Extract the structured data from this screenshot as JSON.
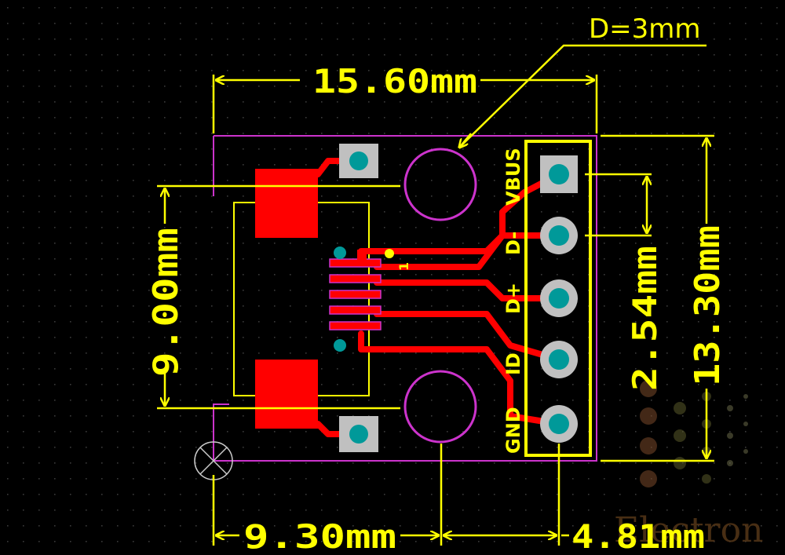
{
  "colors": {
    "background": "#000000",
    "grid_dot": "#3a3a3a",
    "dimension": "#ffff00",
    "copper": "#ff0000",
    "board_outline": "#cc33cc",
    "pad_gray": "#c0c0c0",
    "drill": "#009999",
    "silkscreen": "#ffff00",
    "watermark": "#5a3a1a"
  },
  "dimensions": {
    "hole_diameter": "D=3mm",
    "board_width": "15.60mm",
    "connector_width": "9.00mm",
    "pin_pitch": "2.54mm",
    "board_height": "13.30mm",
    "left_offset": "9.30mm",
    "right_offset": "4.81mm"
  },
  "silkscreen": {
    "pin1_marker": "1",
    "pin_labels": [
      "VBUS",
      "D-",
      "D+",
      "ID",
      "GND"
    ]
  },
  "watermark": {
    "text": "Electron"
  }
}
